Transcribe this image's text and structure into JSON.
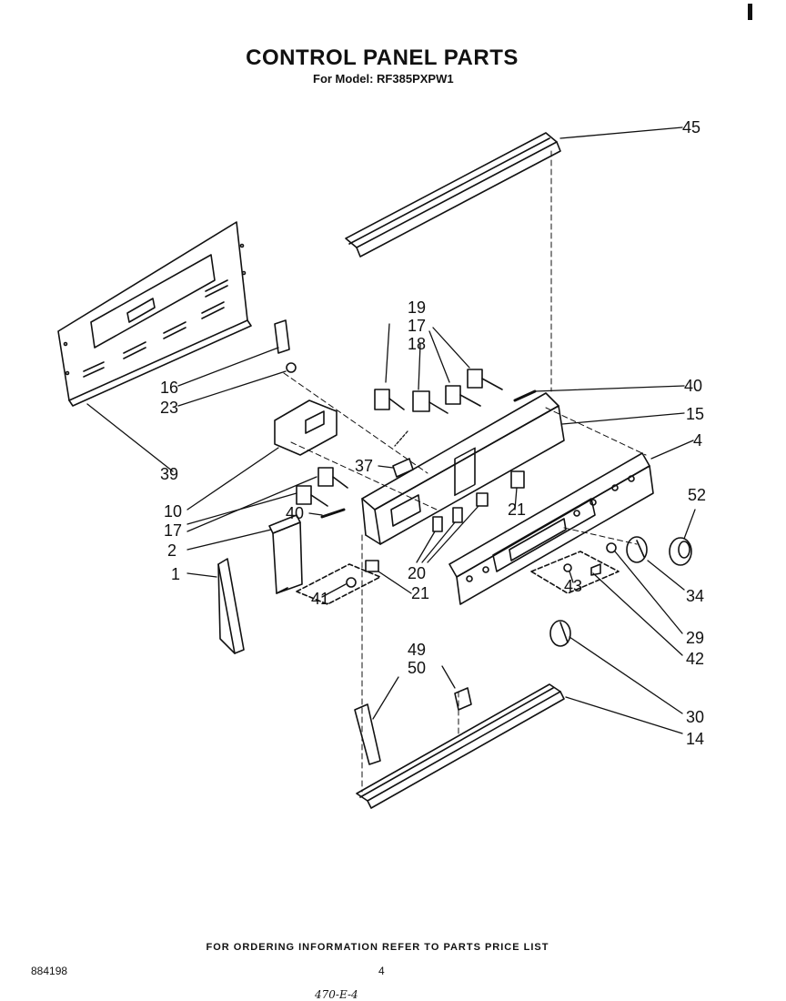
{
  "header": {
    "title": "CONTROL PANEL PARTS",
    "subtitle": "For Model: RF385PXPW1"
  },
  "callouts": [
    {
      "id": "c45",
      "label": "45"
    },
    {
      "id": "c19",
      "label": "19"
    },
    {
      "id": "c17a",
      "label": "17"
    },
    {
      "id": "c18",
      "label": "18"
    },
    {
      "id": "c40a",
      "label": "40"
    },
    {
      "id": "c15",
      "label": "15"
    },
    {
      "id": "c16",
      "label": "16"
    },
    {
      "id": "c23",
      "label": "23"
    },
    {
      "id": "c4",
      "label": "4"
    },
    {
      "id": "c39",
      "label": "39"
    },
    {
      "id": "c37",
      "label": "37"
    },
    {
      "id": "c52",
      "label": "52"
    },
    {
      "id": "c21a",
      "label": "21"
    },
    {
      "id": "c10",
      "label": "10"
    },
    {
      "id": "c17b",
      "label": "17"
    },
    {
      "id": "c40b",
      "label": "40"
    },
    {
      "id": "c2",
      "label": "2"
    },
    {
      "id": "c1",
      "label": "1"
    },
    {
      "id": "c20",
      "label": "20"
    },
    {
      "id": "c34",
      "label": "34"
    },
    {
      "id": "c43",
      "label": "43"
    },
    {
      "id": "c41",
      "label": "41"
    },
    {
      "id": "c21b",
      "label": "21"
    },
    {
      "id": "c29",
      "label": "29"
    },
    {
      "id": "c42",
      "label": "42"
    },
    {
      "id": "c49",
      "label": "49"
    },
    {
      "id": "c50",
      "label": "50"
    },
    {
      "id": "c30",
      "label": "30"
    },
    {
      "id": "c14",
      "label": "14"
    }
  ],
  "footer": {
    "note": "FOR ORDERING INFORMATION REFER TO PARTS PRICE LIST",
    "doc_number": "884198",
    "page_number": "4",
    "handwritten": "470-E-4"
  }
}
